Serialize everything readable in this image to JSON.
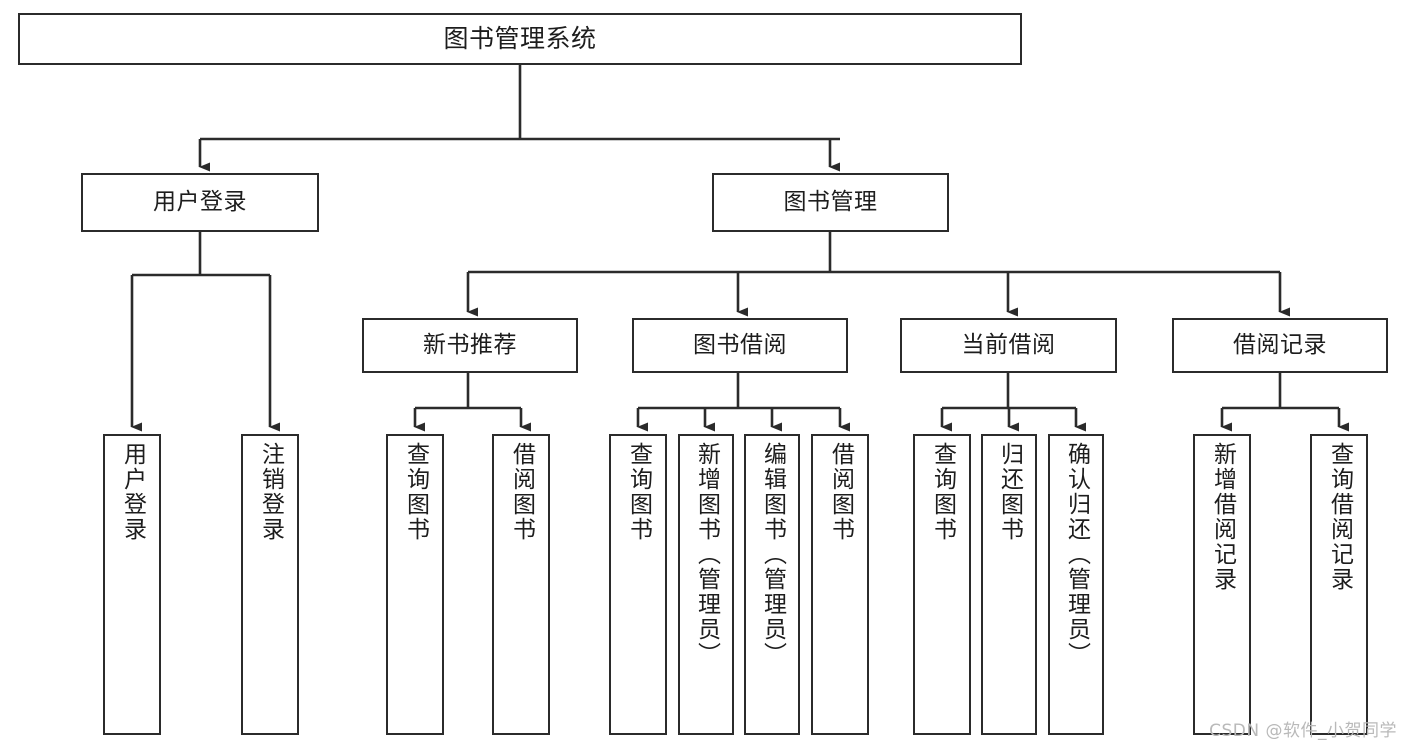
{
  "diagram": {
    "title": "图书管理系统",
    "type": "tree",
    "background_color": "#ffffff",
    "line_color": "#2b2b2b",
    "box_border_color": "#2b2b2b",
    "box_fill_color": "#ffffff",
    "text_color": "#1d1d1d"
  },
  "nodes": {
    "root": {
      "label": "图书管理系统",
      "level": 1
    },
    "level2": [
      {
        "id": "user-login",
        "label": "用户登录"
      },
      {
        "id": "book-management",
        "label": "图书管理"
      }
    ],
    "level3": [
      {
        "id": "new-book-recommend",
        "label": "新书推荐"
      },
      {
        "id": "book-borrow",
        "label": "图书借阅"
      },
      {
        "id": "current-borrow",
        "label": "当前借阅"
      },
      {
        "id": "borrow-record",
        "label": "借阅记录"
      }
    ],
    "leaves": {
      "user_login": [
        {
          "id": "leaf-user-login",
          "label": "用户登录"
        },
        {
          "id": "leaf-logout-login",
          "label": "注销登录"
        }
      ],
      "new_book_recommend": [
        {
          "id": "leaf-query-book-1",
          "label": "查询图书"
        },
        {
          "id": "leaf-borrow-book-1",
          "label": "借阅图书"
        }
      ],
      "book_borrow": [
        {
          "id": "leaf-query-book-2",
          "label": "查询图书"
        },
        {
          "id": "leaf-add-book",
          "label": "新增图书（管理员）"
        },
        {
          "id": "leaf-edit-book",
          "label": "编辑图书（管理员）"
        },
        {
          "id": "leaf-borrow-book-2",
          "label": "借阅图书"
        }
      ],
      "current_borrow": [
        {
          "id": "leaf-query-book-3",
          "label": "查询图书"
        },
        {
          "id": "leaf-return-book",
          "label": "归还图书"
        },
        {
          "id": "leaf-confirm-return",
          "label": "确认归还（管理员）"
        }
      ],
      "borrow_record": [
        {
          "id": "leaf-add-record",
          "label": "新增借阅记录"
        },
        {
          "id": "leaf-query-record",
          "label": "查询借阅记录"
        }
      ]
    }
  },
  "watermark": {
    "text": "CSDN @软件_小贺同学"
  }
}
